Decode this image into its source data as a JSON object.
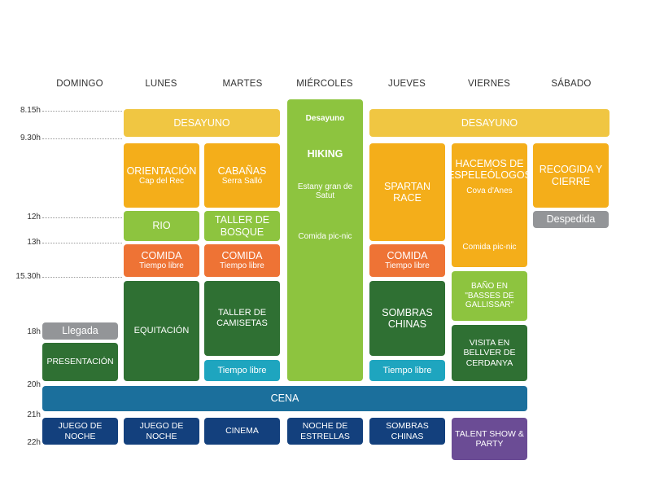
{
  "days": [
    "DOMINGO",
    "LUNES",
    "MARTES",
    "MIÉRCOLES",
    "JUEVES",
    "VIERNES",
    "SÁBADO"
  ],
  "times": [
    "8.15h",
    "9.30h",
    "12h",
    "13h",
    "15.30h",
    "18h",
    "20h",
    "21h",
    "22h"
  ],
  "blocks": {
    "desayuno_a": "DESAYUNO",
    "desayuno_b": "DESAYUNO",
    "miercoles_desayuno": "Desayuno",
    "hiking": "HIKING",
    "estany": "Estany gran de Satut",
    "picnic_wed": "Comida pic-nic",
    "orientacion": "ORIENTACIÓN",
    "orientacion_sub": "Cap del Rec",
    "cabanas": "CABAÑAS",
    "cabanas_sub": "Serra Salló",
    "spartan": "SPARTAN RACE",
    "espeleologos": "HACEMOS DE ESPELEÓLOGOS",
    "espeleologos_sub": "Cova d'Anes",
    "picnic_fri": "Comida pic-nic",
    "recogida": "RECOGIDA Y CIERRE",
    "despedida": "Despedida",
    "rio": "RIO",
    "taller_bosque": "TALLER DE BOSQUE",
    "comida": "COMIDA",
    "tiempo_libre": "Tiempo libre",
    "equitacion": "EQUITACIÓN",
    "taller_camisetas": "TALLER DE CAMISETAS",
    "sombras": "SOMBRAS CHINAS",
    "bano": "BAÑO EN \"BASSES DE GALLISSAR\"",
    "visita": "VISITA EN BELLVER DE CERDANYA",
    "llegada": "Llegada",
    "presentacion": "PRESENTACIÓN",
    "cena": "CENA",
    "juego_noche": "JUEGO DE NOCHE",
    "cinema": "CINEMA",
    "noche_estrellas": "NOCHE DE ESTRELLAS",
    "talent": "TALENT SHOW & PARTY"
  }
}
